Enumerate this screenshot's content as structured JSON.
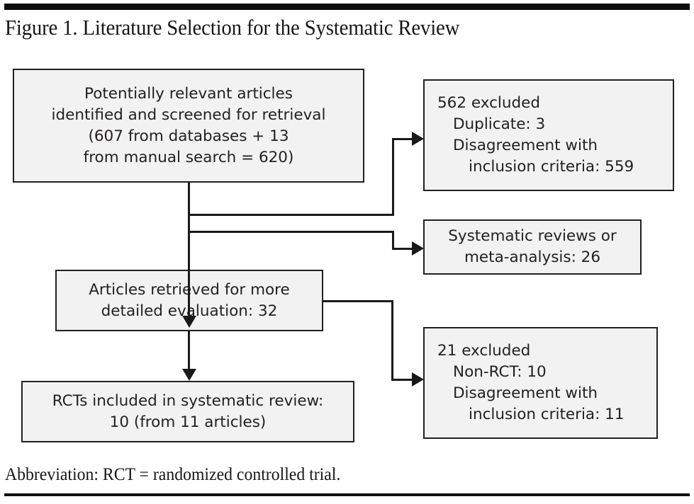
{
  "figure": {
    "title": "Figure 1. Literature Selection for the Systematic Review",
    "footnote": "Abbreviation: RCT = randomized controlled trial.",
    "colors": {
      "box_fill": "#f2f2f2",
      "box_border": "#231f20",
      "connector": "#1a1a1a",
      "rule": "#0d0d0d",
      "text": "#231f20"
    }
  },
  "chart_data": {
    "type": "diagram",
    "title": "Figure 1. Literature Selection for the Systematic Review",
    "nodes": [
      {
        "id": "screened",
        "align": "center",
        "lines": [
          "Potentially relevant articles",
          "identified and screened for retrieval",
          "(607 from databases + 13",
          "from manual search = 620)"
        ],
        "value": 620
      },
      {
        "id": "excluded-1",
        "align": "left",
        "lines": [
          "562 excluded",
          "Duplicate: 3",
          "Disagreement with",
          "inclusion criteria: 559"
        ],
        "indents": [
          0,
          1,
          1,
          2
        ],
        "value": 562
      },
      {
        "id": "systematic-reviews",
        "align": "center",
        "lines": [
          "Systematic reviews or",
          "meta-analysis: 26"
        ],
        "value": 26
      },
      {
        "id": "retrieved",
        "align": "center",
        "lines": [
          "Articles retrieved for more",
          "detailed evaluation: 32"
        ],
        "value": 32
      },
      {
        "id": "excluded-2",
        "align": "left",
        "lines": [
          "21 excluded",
          "Non-RCT: 10",
          "Disagreement with",
          "inclusion criteria: 11"
        ],
        "indents": [
          0,
          1,
          1,
          2
        ],
        "value": 21
      },
      {
        "id": "included",
        "align": "center",
        "lines": [
          "RCTs included in systematic review:",
          "10 (from 11 articles)"
        ],
        "value": 10
      }
    ],
    "edges": [
      {
        "from": "screened",
        "to": "excluded-1",
        "label": ""
      },
      {
        "from": "screened",
        "to": "systematic-reviews",
        "label": ""
      },
      {
        "from": "screened",
        "to": "retrieved",
        "label": ""
      },
      {
        "from": "retrieved",
        "to": "excluded-2",
        "label": ""
      },
      {
        "from": "retrieved",
        "to": "included",
        "label": ""
      }
    ]
  }
}
